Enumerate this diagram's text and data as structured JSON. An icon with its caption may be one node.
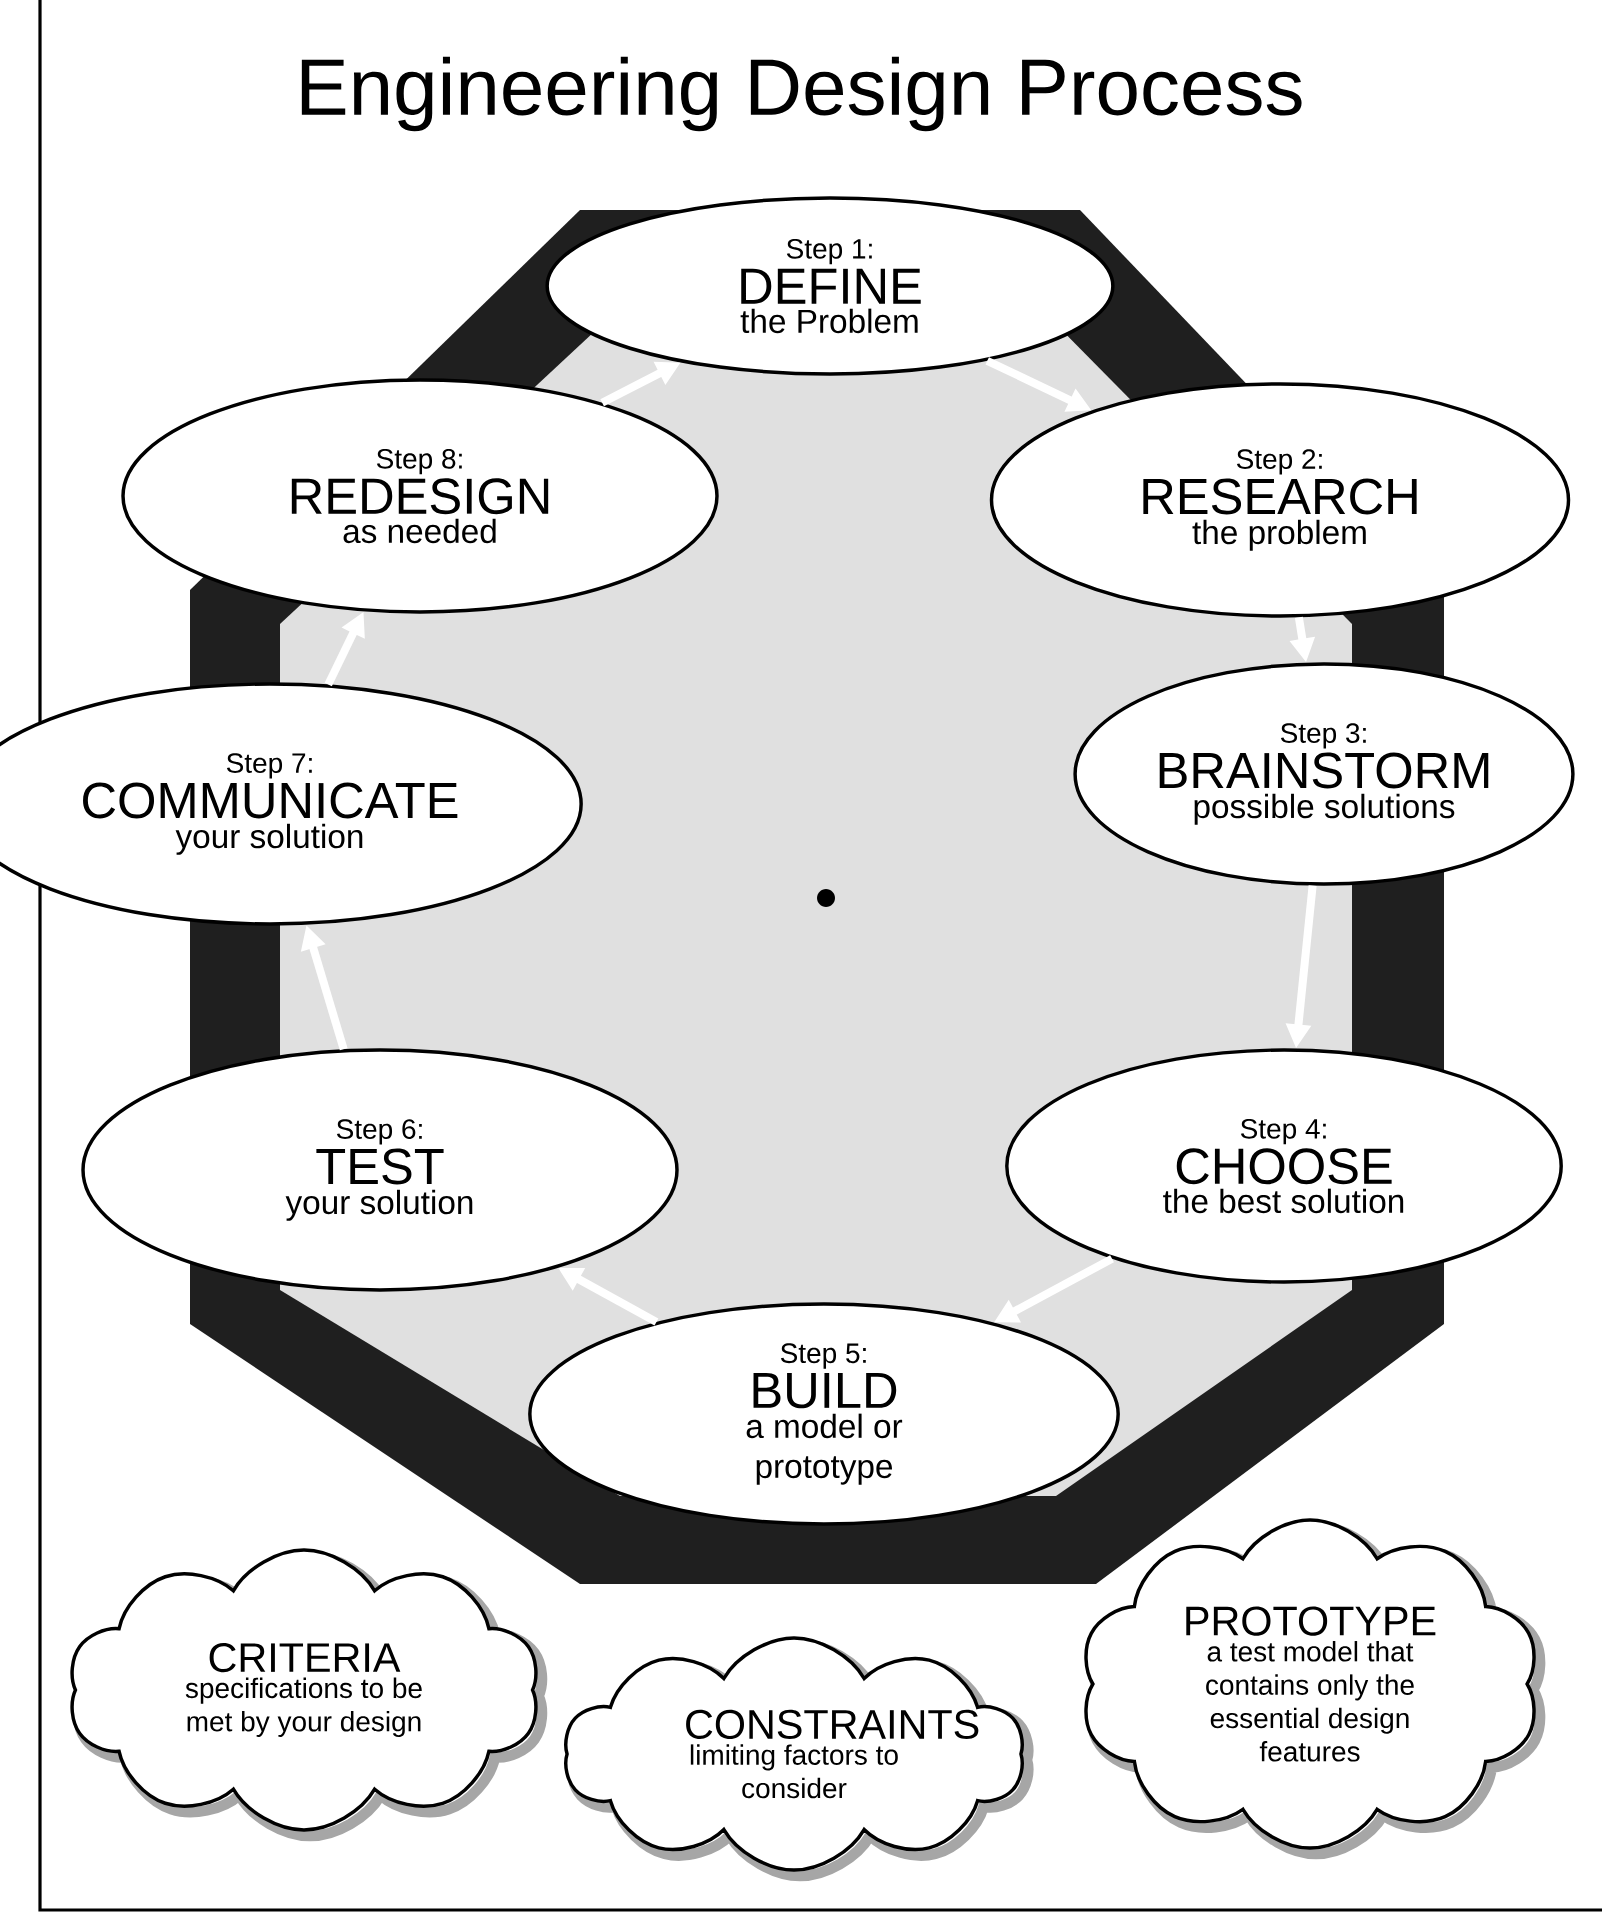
{
  "diagram": {
    "title": "Engineering Design Process",
    "nodes": [
      {
        "text": [
          "Step 1:",
          "DEFINE",
          "the Problem"
        ]
      },
      {
        "text": [
          "Step 2:",
          "RESEARCH",
          "the problem"
        ]
      },
      {
        "text": [
          "Step 3:",
          "BRAINSTORM",
          "possible solutions"
        ]
      },
      {
        "text": [
          "Step 4:",
          "CHOOSE",
          "the best solution"
        ]
      },
      {
        "text": [
          "Step 5:",
          "BUILD",
          "a model or prototype"
        ]
      },
      {
        "text": [
          "Step 6:",
          "TEST",
          "your solution"
        ]
      },
      {
        "text": [
          "Step 7:",
          "COMMUNICATE",
          "your solution"
        ]
      },
      {
        "text": [
          "Step 8:",
          "REDESIGN",
          "as needed"
        ]
      },
      {
        "text": [
          "CRITERIA",
          "specifications to be met by your design"
        ]
      },
      {
        "text": [
          "CONSTRAINTS",
          "limiting factors to consider"
        ]
      },
      {
        "text": [
          "PROTOTYPE",
          "a test model that contains only the essential design features"
        ]
      }
    ],
    "edges": [
      {
        "from": 0,
        "to": 1,
        "arrow": "to"
      },
      {
        "from": 1,
        "to": 2,
        "arrow": "to"
      },
      {
        "from": 2,
        "to": 3,
        "arrow": "to"
      },
      {
        "from": 3,
        "to": 4,
        "arrow": "to"
      },
      {
        "from": 4,
        "to": 5,
        "arrow": "to"
      },
      {
        "from": 5,
        "to": 6,
        "arrow": "to"
      },
      {
        "from": 6,
        "to": 7,
        "arrow": "to"
      },
      {
        "from": 7,
        "to": 0,
        "arrow": "to"
      }
    ]
  }
}
